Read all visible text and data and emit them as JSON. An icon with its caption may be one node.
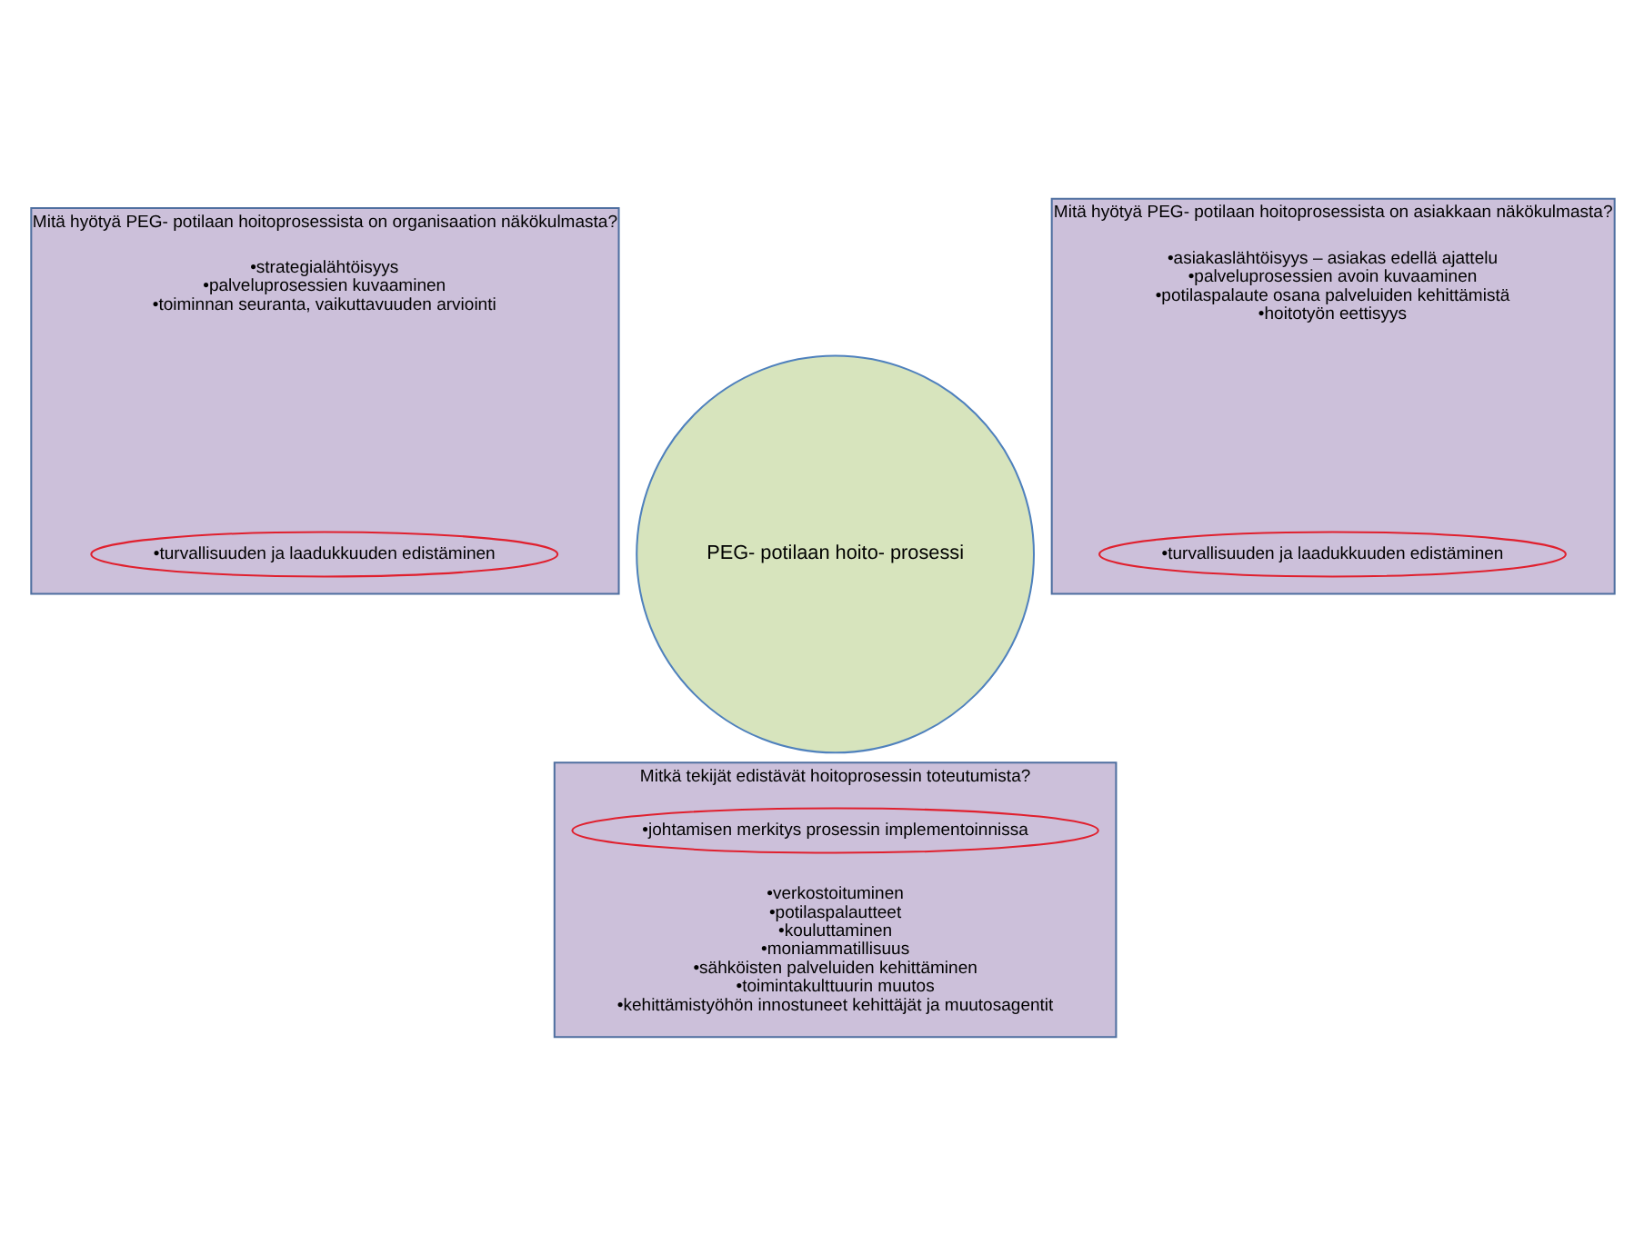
{
  "diagram": {
    "nodes": [
      {
        "text": [
          "Mitä hyötyä PEG- potilaan hoitoprosessista on organisaation näkökulmasta?",
          "•strategialähtöisyys",
          "•palveluprosessien kuvaaminen",
          "•toiminnan seuranta, vaikuttavuuden arviointi"
        ]
      },
      {
        "text": [
          "•turvallisuuden ja laadukkuuden edistäminen"
        ],
        "in": 0
      },
      {
        "text": [
          "PEG- potilaan hoito- prosessi"
        ]
      },
      {
        "text": [
          "Mitä hyötyä PEG- potilaan hoitoprosessista on asiakkaan näkökulmasta?",
          "•asiakaslähtöisyys – asiakas edellä ajattelu",
          "•palveluprosessien avoin kuvaaminen",
          "•potilaspalaute osana palveluiden kehittämistä",
          "•hoitotyön eettisyys"
        ]
      },
      {
        "text": [
          "•turvallisuuden ja laadukkuuden edistäminen"
        ],
        "in": 3
      },
      {
        "text": [
          "Mitkä tekijät edistävät hoitoprosessin toteutumista?",
          "•verkostoituminen",
          "•potilaspalautteet",
          "•kouluttaminen",
          "•moniammatillisuus",
          "•sähköisten palveluiden kehittäminen",
          "•toimintakulttuurin muutos",
          "•kehittämistyöhön innostuneet kehittäjät ja muutosagentit"
        ]
      },
      {
        "text": [
          "•johtamisen merkitys prosessin implementoinnissa"
        ],
        "in": 5
      }
    ],
    "edges": []
  }
}
